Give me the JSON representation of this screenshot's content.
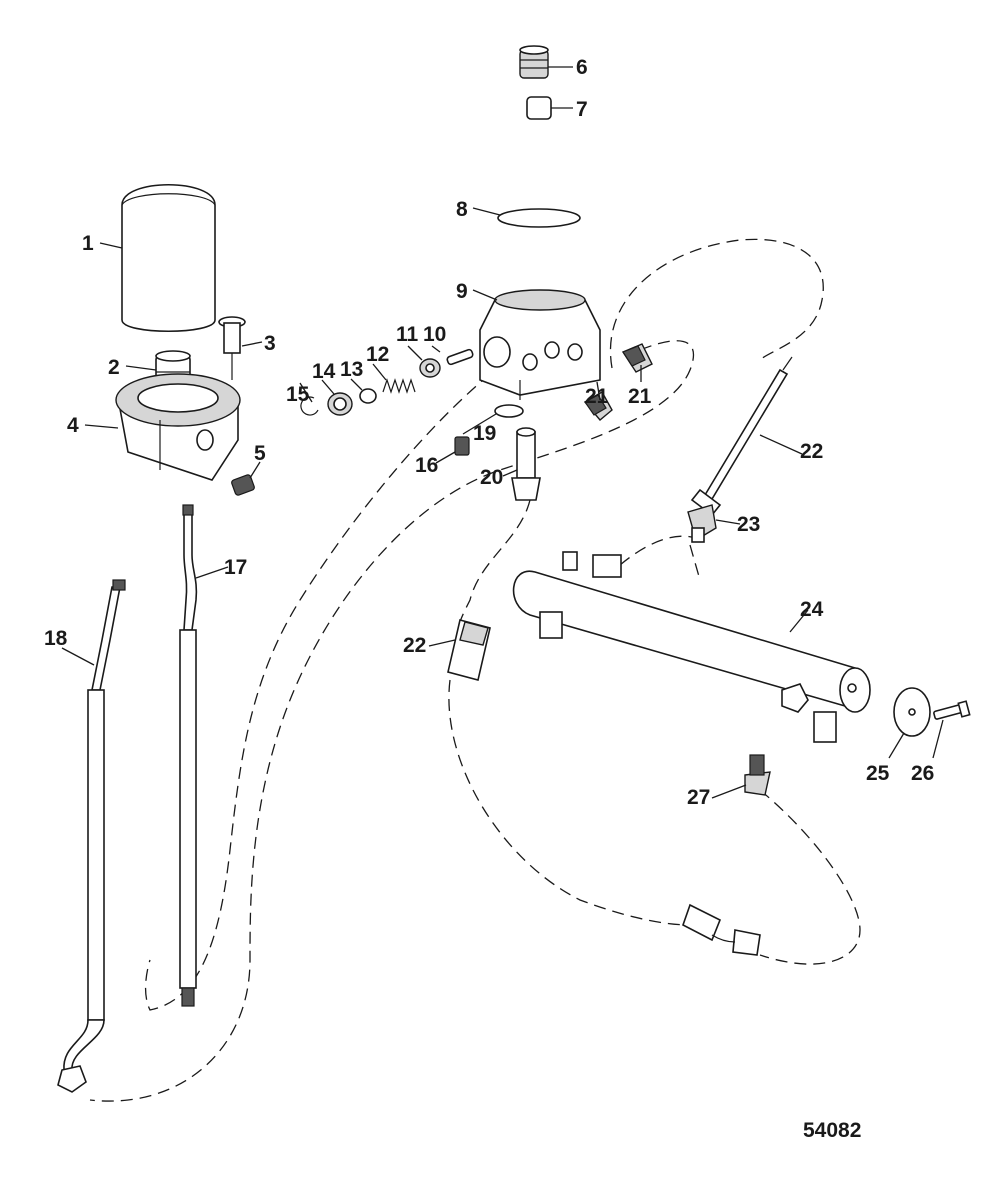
{
  "diagram": {
    "figure_number": "54082",
    "callouts": [
      {
        "id": "c1",
        "label": "1"
      },
      {
        "id": "c2",
        "label": "2"
      },
      {
        "id": "c3",
        "label": "3"
      },
      {
        "id": "c4",
        "label": "4"
      },
      {
        "id": "c5",
        "label": "5"
      },
      {
        "id": "c6",
        "label": "6"
      },
      {
        "id": "c7",
        "label": "7"
      },
      {
        "id": "c8",
        "label": "8"
      },
      {
        "id": "c9",
        "label": "9"
      },
      {
        "id": "c10",
        "label": "10"
      },
      {
        "id": "c11",
        "label": "11"
      },
      {
        "id": "c12",
        "label": "12"
      },
      {
        "id": "c13",
        "label": "13"
      },
      {
        "id": "c14",
        "label": "14"
      },
      {
        "id": "c15",
        "label": "15"
      },
      {
        "id": "c16",
        "label": "16"
      },
      {
        "id": "c17",
        "label": "17"
      },
      {
        "id": "c18",
        "label": "18"
      },
      {
        "id": "c19",
        "label": "19"
      },
      {
        "id": "c20",
        "label": "20"
      },
      {
        "id": "c21a",
        "label": "21"
      },
      {
        "id": "c21b",
        "label": "21"
      },
      {
        "id": "c22a",
        "label": "22"
      },
      {
        "id": "c22b",
        "label": "22"
      },
      {
        "id": "c23",
        "label": "23"
      },
      {
        "id": "c24",
        "label": "24"
      },
      {
        "id": "c25",
        "label": "25"
      },
      {
        "id": "c26",
        "label": "26"
      },
      {
        "id": "c27",
        "label": "27"
      }
    ]
  }
}
